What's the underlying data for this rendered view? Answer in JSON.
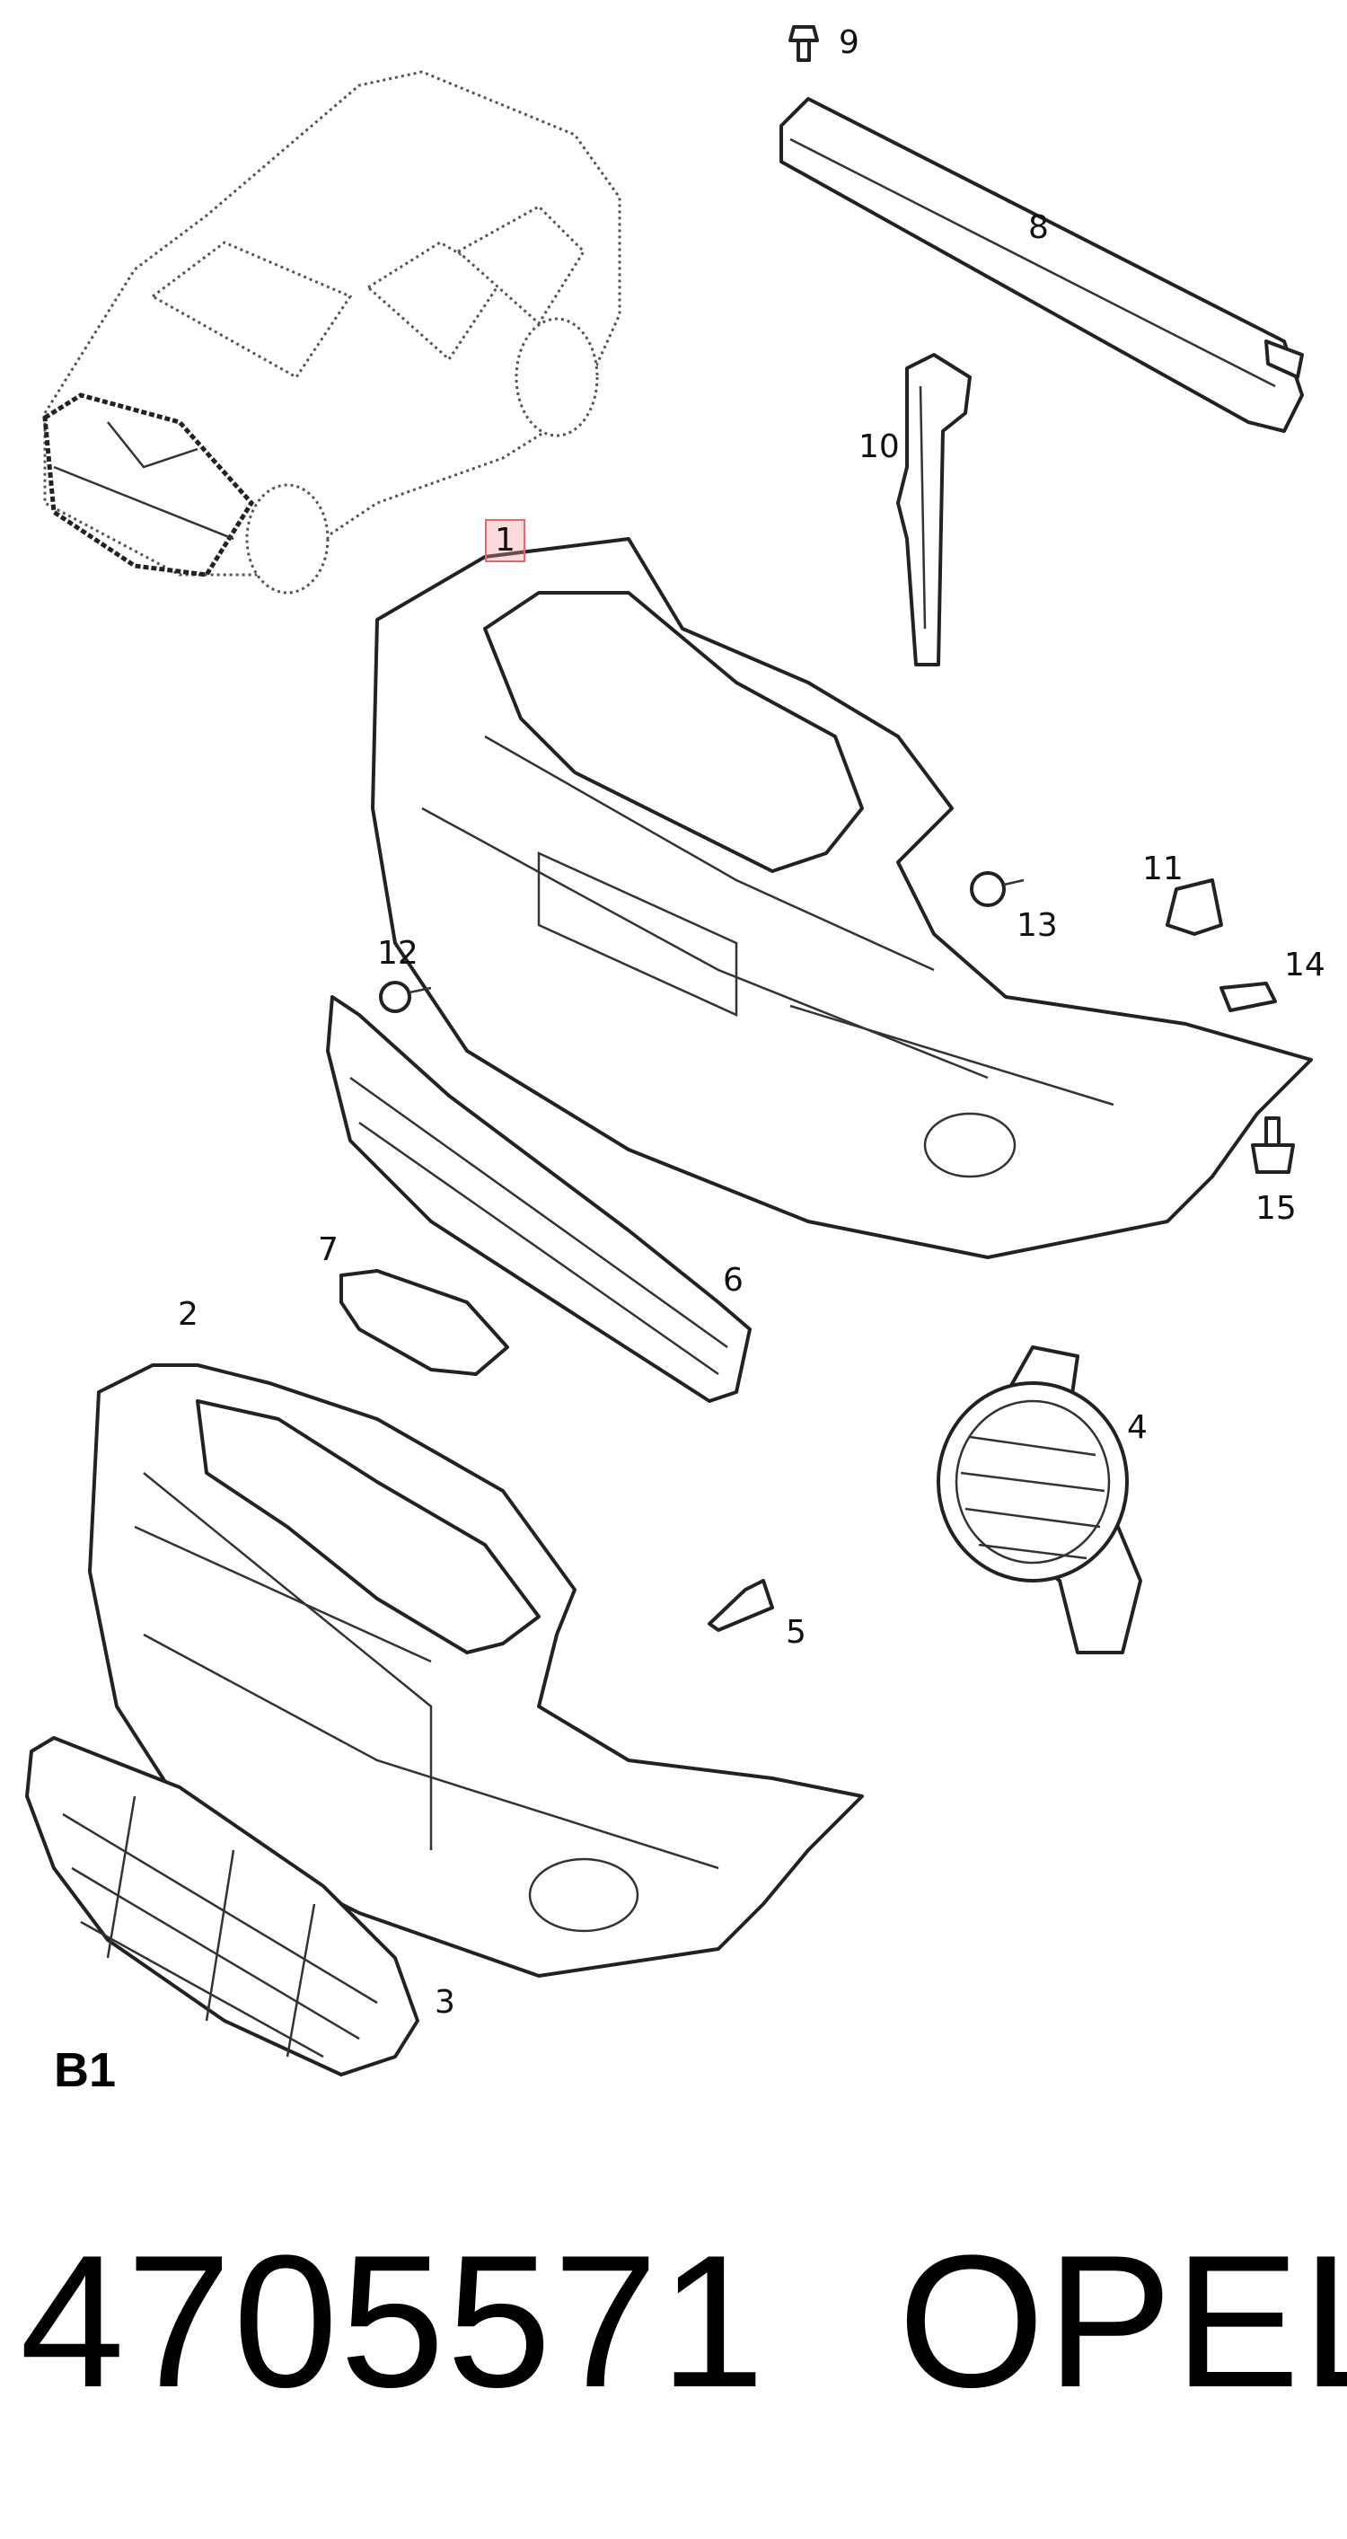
{
  "callouts": {
    "c1": "1",
    "c2": "2",
    "c3": "3",
    "c4": "4",
    "c5": "5",
    "c6": "6",
    "c7": "7",
    "c8": "8",
    "c9": "9",
    "c10": "10",
    "c11": "11",
    "c12": "12",
    "c13": "13",
    "c14": "14",
    "c15": "15"
  },
  "section_label": "B1",
  "footer": {
    "part_number": "4705571",
    "brand": "OPEL"
  },
  "colors": {
    "line": "#222222",
    "highlight_border": "#e06b6b",
    "highlight_fill": "#f3b3b3"
  }
}
